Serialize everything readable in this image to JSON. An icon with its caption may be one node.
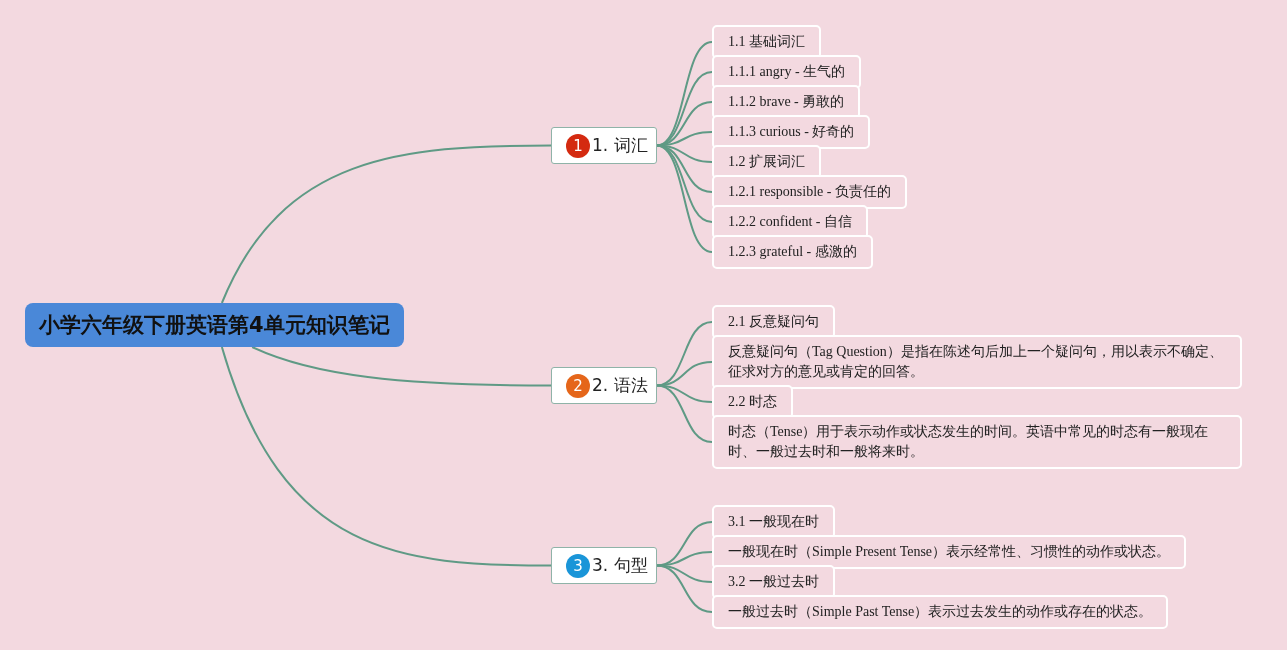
{
  "diagram": {
    "nodes": [
      {
        "text": [
          "小学六年级下册英语第4单元知识笔记"
        ]
      },
      {
        "text": [
          "1",
          "1. 词汇"
        ]
      },
      {
        "text": [
          "1.1 基础词汇"
        ]
      },
      {
        "text": [
          "1.1.1 angry - 生气的"
        ]
      },
      {
        "text": [
          "1.1.2 brave - 勇敢的"
        ]
      },
      {
        "text": [
          "1.1.3 curious - 好奇的"
        ]
      },
      {
        "text": [
          "1.2 扩展词汇"
        ]
      },
      {
        "text": [
          "1.2.1 responsible - 负责任的"
        ]
      },
      {
        "text": [
          "1.2.2 confident - 自信"
        ]
      },
      {
        "text": [
          "1.2.3 grateful - 感激的"
        ]
      },
      {
        "text": [
          "2",
          "2. 语法"
        ]
      },
      {
        "text": [
          "2.1 反意疑问句"
        ]
      },
      {
        "text": [
          "反意疑问句（Tag Question）是指在陈述句后加上一个疑问句，用以表示不确定、征求对方的意见或肯定的回答。"
        ]
      },
      {
        "text": [
          "2.2 时态"
        ]
      },
      {
        "text": [
          "时态（Tense）用于表示动作或状态发生的时间。英语中常见的时态有一般现在时、一般过去时和一般将来时。"
        ]
      },
      {
        "text": [
          "3",
          "3. 句型"
        ]
      },
      {
        "text": [
          "3.1 一般现在时"
        ]
      },
      {
        "text": [
          "一般现在时（Simple Present Tense）表示经常性、习惯性的动作或状态。"
        ]
      },
      {
        "text": [
          "3.2 一般过去时"
        ]
      },
      {
        "text": [
          "一般过去时（Simple Past Tense）表示过去发生的动作或存在的状态。"
        ]
      }
    ],
    "edges": [
      {
        "from": 0,
        "to": 1,
        "arrow": "none"
      },
      {
        "from": 1,
        "to": 2,
        "arrow": "none"
      },
      {
        "from": 1,
        "to": 3,
        "arrow": "none"
      },
      {
        "from": 1,
        "to": 4,
        "arrow": "none"
      },
      {
        "from": 1,
        "to": 5,
        "arrow": "none"
      },
      {
        "from": 1,
        "to": 6,
        "arrow": "none"
      },
      {
        "from": 1,
        "to": 7,
        "arrow": "none"
      },
      {
        "from": 1,
        "to": 8,
        "arrow": "none"
      },
      {
        "from": 1,
        "to": 9,
        "arrow": "none"
      },
      {
        "from": 0,
        "to": 10,
        "arrow": "none"
      },
      {
        "from": 10,
        "to": 11,
        "arrow": "none"
      },
      {
        "from": 10,
        "to": 12,
        "arrow": "none"
      },
      {
        "from": 10,
        "to": 13,
        "arrow": "none"
      },
      {
        "from": 10,
        "to": 14,
        "arrow": "none"
      },
      {
        "from": 0,
        "to": 15,
        "arrow": "none"
      },
      {
        "from": 15,
        "to": 16,
        "arrow": "none"
      },
      {
        "from": 15,
        "to": 17,
        "arrow": "none"
      },
      {
        "from": 15,
        "to": 18,
        "arrow": "none"
      },
      {
        "from": 15,
        "to": 19,
        "arrow": "none"
      }
    ]
  }
}
